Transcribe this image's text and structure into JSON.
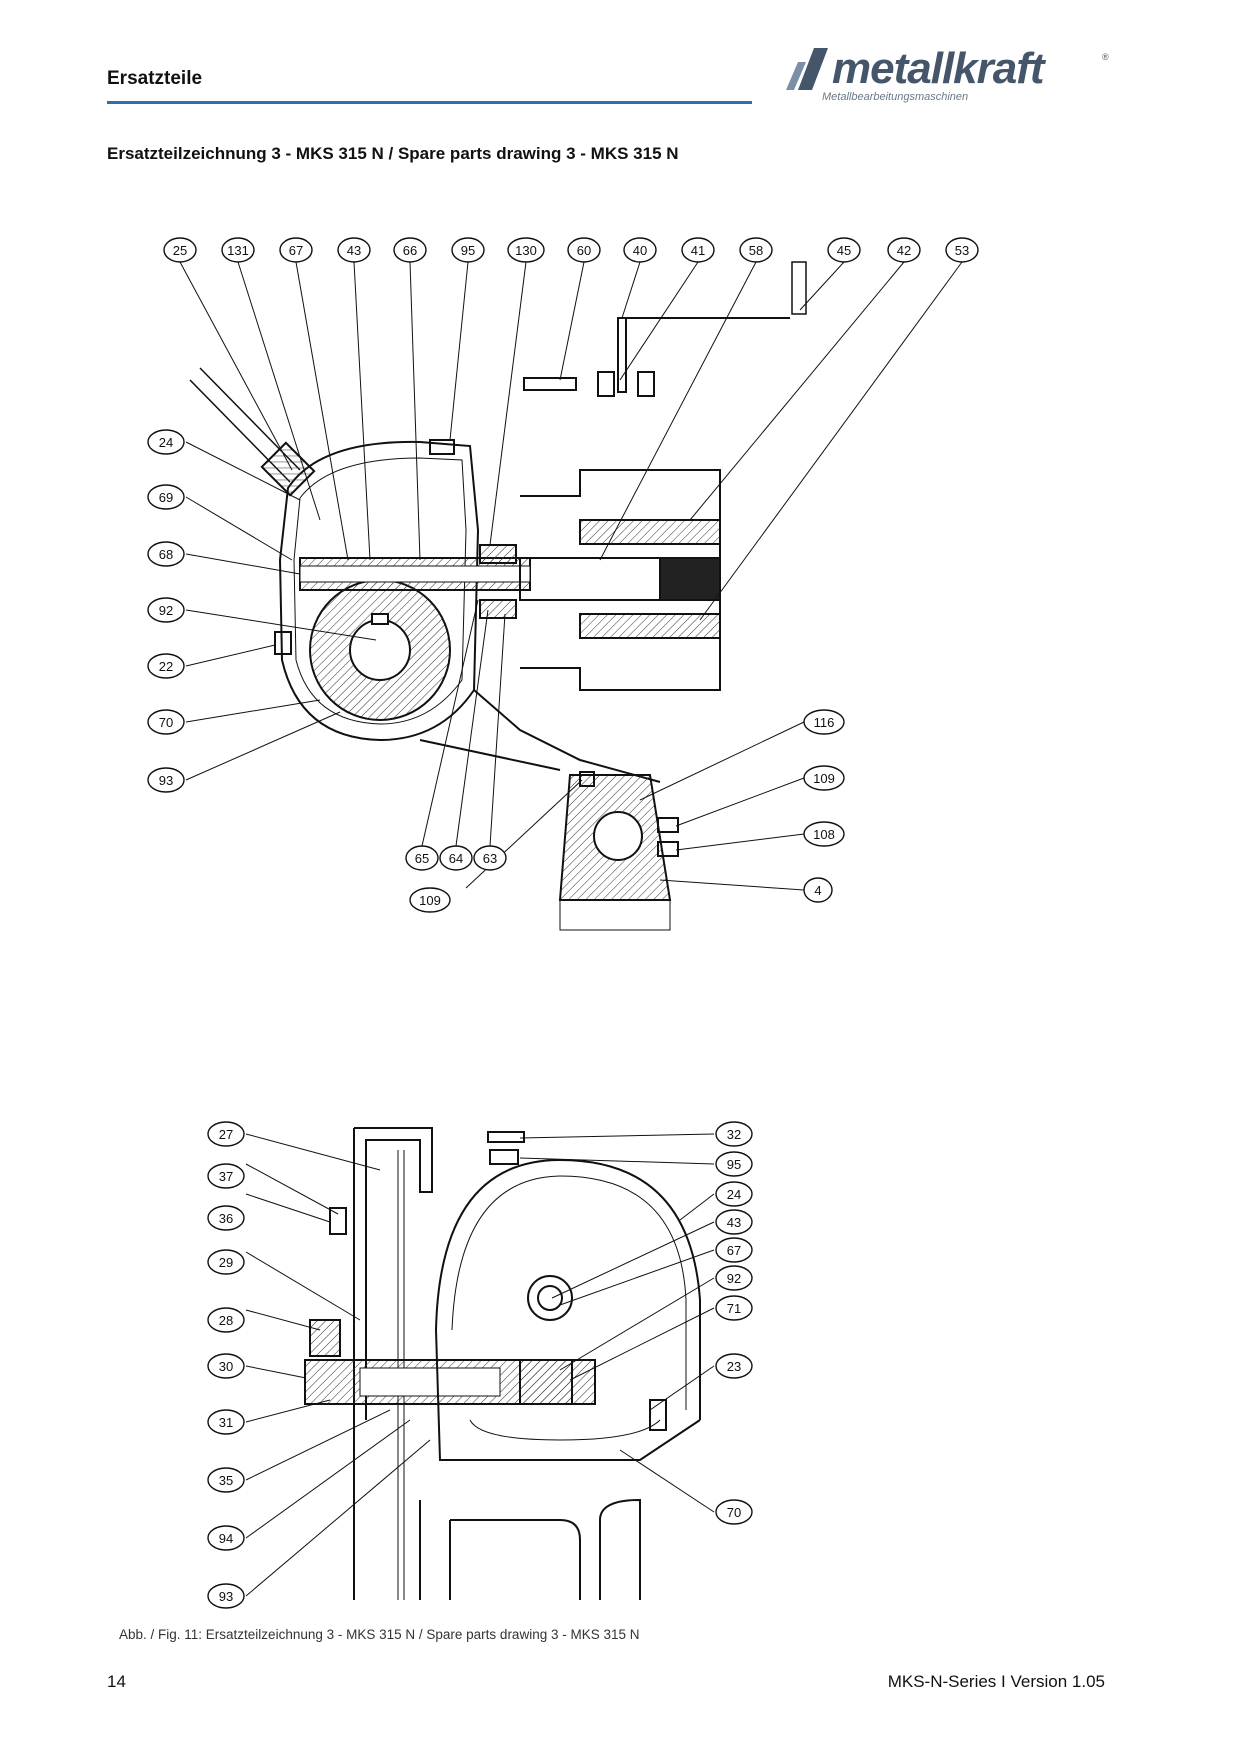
{
  "header": {
    "section": "Ersatzteile",
    "logo": {
      "wordmark": "metallkraft",
      "registered": "®",
      "tagline": "Metallbearbeitungsmaschinen",
      "brand_color": "#45556a",
      "rule_color": "#2e6db5"
    }
  },
  "title": "Ersatzteilzeichnung 3 - MKS 315 N / Spare parts drawing 3 - MKS 315 N",
  "figure1": {
    "top_labels": [
      "25",
      "131",
      "67",
      "43",
      "66",
      "95",
      "130",
      "60",
      "40",
      "41",
      "58",
      "45",
      "42",
      "53"
    ],
    "left_labels": [
      "24",
      "69",
      "68",
      "92",
      "22",
      "70",
      "93"
    ],
    "right_labels": [
      "116",
      "109",
      "108",
      "4"
    ],
    "bottom_labels": [
      "65",
      "64",
      "63",
      "109"
    ]
  },
  "figure2": {
    "left_labels": [
      "27",
      "37",
      "36",
      "29",
      "28",
      "30",
      "31",
      "35",
      "94",
      "93"
    ],
    "right_labels": [
      "32",
      "95",
      "24",
      "43",
      "67",
      "92",
      "71",
      "23",
      "70"
    ]
  },
  "caption": "Abb. / Fig. 11: Ersatzteilzeichnung 3 - MKS 315 N / Spare parts drawing 3 - MKS 315 N",
  "footer": {
    "page_number": "14",
    "version": "MKS-N-Series I Version 1.05"
  }
}
